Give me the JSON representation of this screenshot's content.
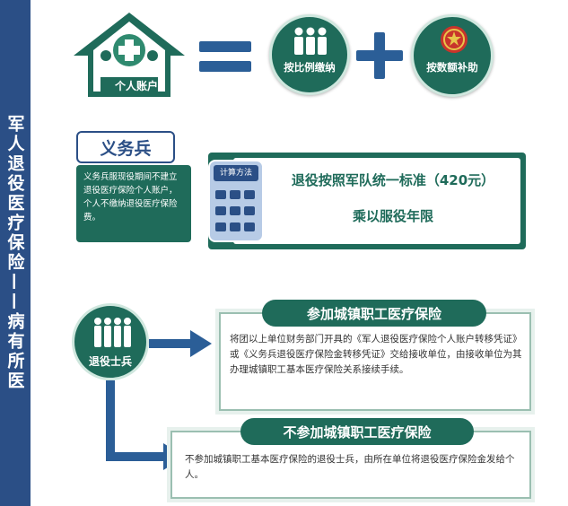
{
  "side_title": "军人退役医疗保险——病有所医",
  "equation": {
    "account_label": "个人账户",
    "pay_label": "按比例缴纳",
    "subsidy_label": "按数额补助"
  },
  "conscript": {
    "title": "义务兵",
    "description": "义务兵服现役期间不建立退役医疗保险个人账户，个人不缴纳退役医疗保险费。",
    "calc_badge": "计算方法",
    "formula_line1": "退役按照军队统一标准（420元）",
    "formula_line2": "乘以服役年限"
  },
  "veteran": {
    "label": "退役士兵",
    "join": {
      "title": "参加城镇职工医疗保险",
      "text": "将团以上单位财务部门开具的《军人退役医疗保险个人账户转移凭证》或《义务兵退役医疗保险金转移凭证》交给接收单位，由接收单位为其办理城镇职工基本医疗保险关系接续手续。"
    },
    "not_join": {
      "title": "不参加城镇职工医疗保险",
      "text": "不参加城镇职工基本医疗保险的退役士兵，由所在单位将退役医疗保险金发给个人。"
    }
  },
  "colors": {
    "navy": "#2b4f86",
    "green": "#1f6b5a",
    "arrow_blue": "#2b5e97"
  }
}
